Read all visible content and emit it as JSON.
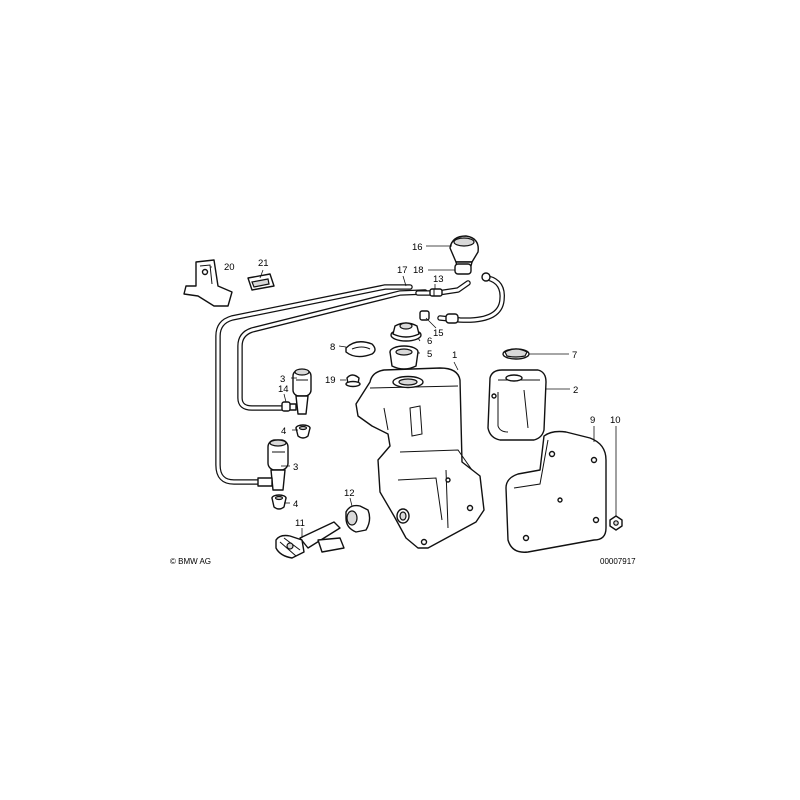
{
  "copyright": "© BMW AG",
  "diagram_number": "00007917",
  "callouts": {
    "c1": "1",
    "c2": "2",
    "c3a": "3",
    "c3b": "3",
    "c4a": "4",
    "c4b": "4",
    "c5": "5",
    "c6": "6",
    "c7": "7",
    "c8": "8",
    "c9": "9",
    "c10": "10",
    "c11": "11",
    "c12": "12",
    "c13": "13",
    "c14": "14",
    "c15": "15",
    "c16": "16",
    "c17": "17",
    "c18": "18",
    "c19": "19",
    "c20": "20",
    "c21": "21"
  }
}
